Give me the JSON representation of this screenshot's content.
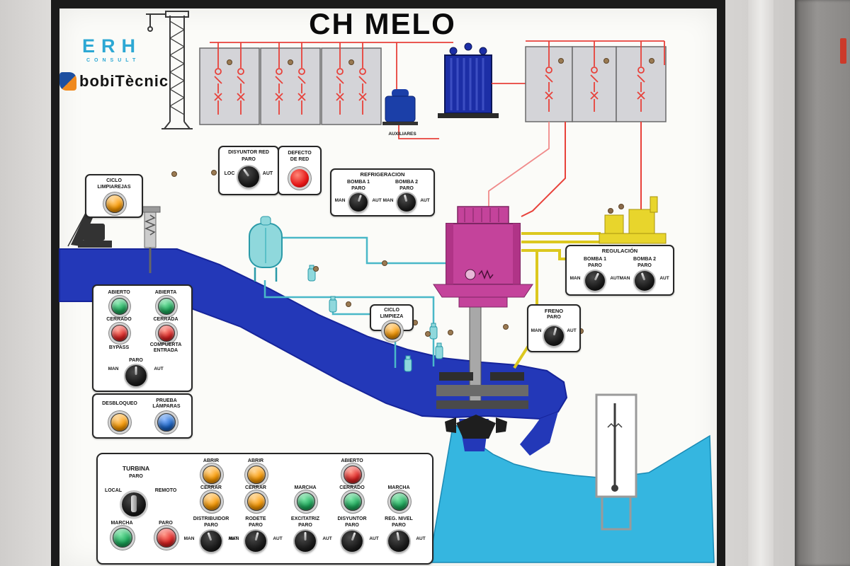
{
  "title": "CH MELO",
  "logos": {
    "erh": "ERH",
    "erh_sub": "CONSULT",
    "bobi": "bobiTècnic"
  },
  "schematic": {
    "auxiliares": "AUXILIARES"
  },
  "common": {
    "paro": "PARO",
    "man": "MAN",
    "aut": "AUT"
  },
  "disyuntor_red": {
    "title": "DISYUNTOR RED",
    "loc": "LOC"
  },
  "defecto_red": {
    "line1": "DEFECTO",
    "line2": "DE RED"
  },
  "refrigeracion": {
    "title": "REFRIGERACION",
    "bomba1": "BOMBA 1",
    "bomba2": "BOMBA 2"
  },
  "ciclo_limpiarejas": {
    "line1": "CICLO",
    "line2": "LIMPIAREJAS"
  },
  "compuerta": {
    "abierto": "ABIERTO",
    "abierta": "ABIERTA",
    "cerrado": "CERRADO",
    "cerrada": "CERRADA",
    "bypass": "BYPASS",
    "entrada_l1": "COMPUERTA",
    "entrada_l2": "ENTRADA"
  },
  "desbloqueo": {
    "label": "DESBLOQUEO"
  },
  "prueba_lamparas": {
    "line1": "PRUEBA",
    "line2": "LÁMPARAS"
  },
  "ciclo_limpieza": {
    "line1": "CICLO",
    "line2": "LIMPIEZA"
  },
  "regulacion": {
    "title": "REGULACIÓN",
    "bomba1": "BOMBA 1",
    "bomba2": "BOMBA 2"
  },
  "freno": {
    "title": "FRENO"
  },
  "turbina": {
    "title": "TURBINA",
    "local": "LOCAL",
    "remoto": "REMOTO",
    "marcha": "MARCHA",
    "columns": [
      {
        "top": "ABRIR",
        "mid": "CERRAR",
        "name": "DISTRIBUIDOR"
      },
      {
        "top": "ABRIR",
        "mid": "CERRAR",
        "name": "RODETE"
      },
      {
        "top": "MARCHA",
        "name": "EXCITATRIZ"
      },
      {
        "top": "ABIERTO",
        "mid": "CERRADO",
        "name": "DISYUNTOR"
      },
      {
        "top": "MARCHA",
        "name": "REG. NIVEL"
      }
    ]
  },
  "colors": {
    "circuit_red": "#e8413a",
    "water_dark": "#2338b8",
    "water_light": "#35b6e0",
    "generator_magenta": "#c4439b",
    "regulation_yellow": "#e8d52c",
    "tank_cyan": "#8fd8dc",
    "btn_green": "#1fae5e",
    "btn_red": "#e32424",
    "btn_orange": "#ff9d00",
    "btn_blue": "#1b66c9",
    "lamp_red": "#e31515",
    "logo_blue": "#2da8d4"
  }
}
